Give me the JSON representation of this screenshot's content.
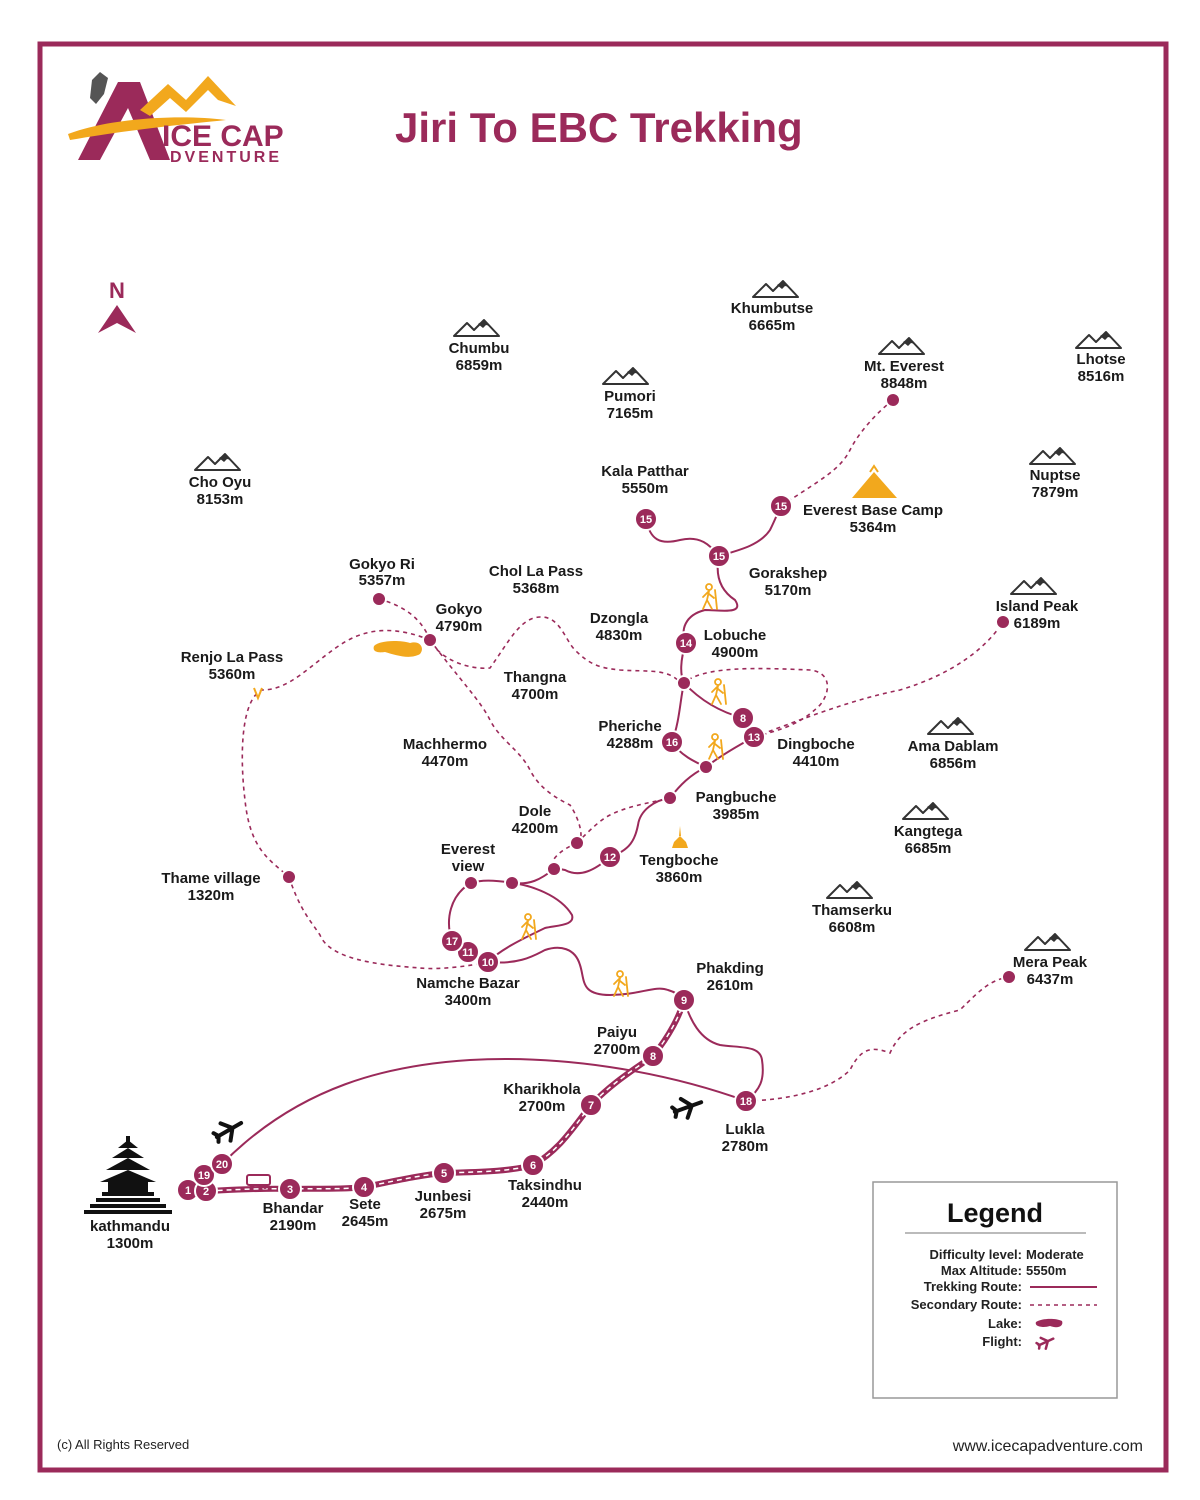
{
  "title": "Jiri To EBC Trekking",
  "logo": {
    "brand_line1": "ICE CAP",
    "brand_line2": "DVENTURE"
  },
  "north_label": "N",
  "colors": {
    "route": "#9b2a5a",
    "accent": "#f2a81d",
    "frame": "#9b2a5a"
  },
  "peaks": [
    {
      "name": "Khumbutse",
      "alt": "6665m"
    },
    {
      "name": "Chumbu",
      "alt": "6859m"
    },
    {
      "name": "Pumori",
      "alt": "7165m"
    },
    {
      "name": "Mt. Everest",
      "alt": "8848m"
    },
    {
      "name": "Lhotse",
      "alt": "8516m"
    },
    {
      "name": "Cho Oyu",
      "alt": "8153m"
    },
    {
      "name": "Nuptse",
      "alt": "7879m"
    },
    {
      "name": "Island Peak",
      "alt": "6189m"
    },
    {
      "name": "Ama Dablam",
      "alt": "6856m"
    },
    {
      "name": "Kangtega",
      "alt": "6685m"
    },
    {
      "name": "Thamserku",
      "alt": "6608m"
    },
    {
      "name": "Mera Peak",
      "alt": "6437m"
    }
  ],
  "places": [
    {
      "name": "Kala Patthar",
      "alt": "5550m"
    },
    {
      "name": "Everest Base Camp",
      "alt": "5364m"
    },
    {
      "name": "Gorakshep",
      "alt": "5170m"
    },
    {
      "name": "Gokyo Ri",
      "alt": "5357m"
    },
    {
      "name": "Gokyo",
      "alt": "4790m"
    },
    {
      "name": "Chol La Pass",
      "alt": "5368m"
    },
    {
      "name": "Dzongla",
      "alt": "4830m"
    },
    {
      "name": "Lobuche",
      "alt": "4900m"
    },
    {
      "name": "Renjo La Pass",
      "alt": "5360m"
    },
    {
      "name": "Thangna",
      "alt": "4700m"
    },
    {
      "name": "Pheriche",
      "alt": "4288m"
    },
    {
      "name": "Dingboche",
      "alt": "4410m"
    },
    {
      "name": "Machhermo",
      "alt": "4470m"
    },
    {
      "name": "Pangbuche",
      "alt": "3985m"
    },
    {
      "name": "Dole",
      "alt": "4200m"
    },
    {
      "name": "Tengboche",
      "alt": "3860m"
    },
    {
      "name": "Everest",
      "alt": "view"
    },
    {
      "name": "Thame village",
      "alt": "1320m"
    },
    {
      "name": "Namche Bazar",
      "alt": "3400m"
    },
    {
      "name": "Phakding",
      "alt": "2610m"
    },
    {
      "name": "Paiyu",
      "alt": "2700m"
    },
    {
      "name": "Kharikhola",
      "alt": "2700m"
    },
    {
      "name": "Lukla",
      "alt": "2780m"
    },
    {
      "name": "Taksindhu",
      "alt": "2440m"
    },
    {
      "name": "Junbesi",
      "alt": "2675m"
    },
    {
      "name": "Sete",
      "alt": "2645m"
    },
    {
      "name": "Bhandar",
      "alt": "2190m"
    },
    {
      "name": "kathmandu",
      "alt": "1300m"
    }
  ],
  "stops": [
    "1",
    "2",
    "3",
    "4",
    "5",
    "6",
    "7",
    "8",
    "9",
    "10",
    "11",
    "12",
    "13",
    "14",
    "15",
    "15",
    "15",
    "16",
    "17",
    "8",
    "18",
    "19",
    "20"
  ],
  "legend": {
    "title": "Legend",
    "rows": [
      {
        "label": "Difficulty level:",
        "value": "Moderate"
      },
      {
        "label": "Max Altitude:",
        "value": "5550m"
      },
      {
        "label": "Trekking Route:",
        "value": ""
      },
      {
        "label": "Secondary Route:",
        "value": ""
      },
      {
        "label": "Lake:",
        "value": ""
      },
      {
        "label": "Flight:",
        "value": ""
      }
    ]
  },
  "footer": {
    "copyright": "(c) All Rights Reserved",
    "website": "www.icecapadventure.com"
  }
}
